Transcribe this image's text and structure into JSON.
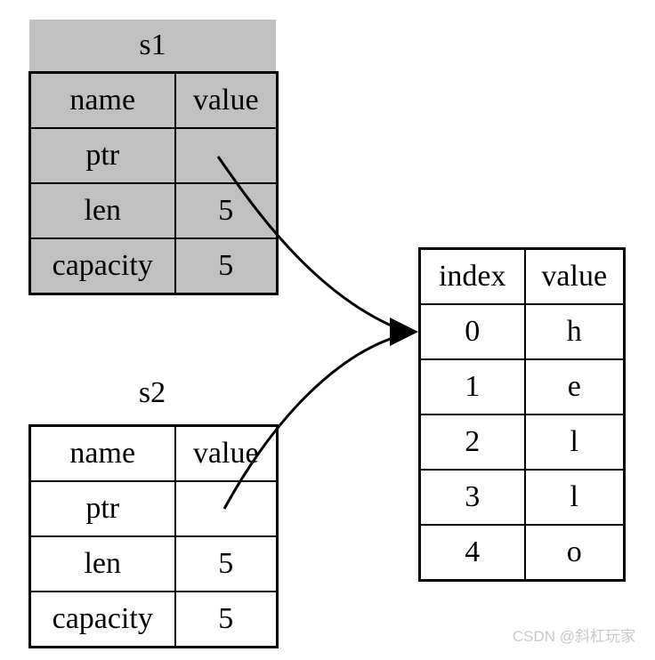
{
  "diagram": {
    "colors": {
      "table_fill_gray": "#c0c0c0",
      "table_fill_white": "#ffffff",
      "border": "#000000",
      "arrow": "#000000"
    },
    "s1": {
      "title": "s1",
      "header": {
        "name": "name",
        "value": "value"
      },
      "rows": [
        {
          "name": "ptr",
          "value": ""
        },
        {
          "name": "len",
          "value": "5"
        },
        {
          "name": "capacity",
          "value": "5"
        }
      ]
    },
    "s2": {
      "title": "s2",
      "header": {
        "name": "name",
        "value": "value"
      },
      "rows": [
        {
          "name": "ptr",
          "value": ""
        },
        {
          "name": "len",
          "value": "5"
        },
        {
          "name": "capacity",
          "value": "5"
        }
      ]
    },
    "heap": {
      "header": {
        "index": "index",
        "value": "value"
      },
      "rows": [
        {
          "index": "0",
          "value": "h"
        },
        {
          "index": "1",
          "value": "e"
        },
        {
          "index": "2",
          "value": "l"
        },
        {
          "index": "3",
          "value": "l"
        },
        {
          "index": "4",
          "value": "o"
        }
      ]
    }
  },
  "watermark": {
    "text": "CSDN @斜杠玩家"
  }
}
